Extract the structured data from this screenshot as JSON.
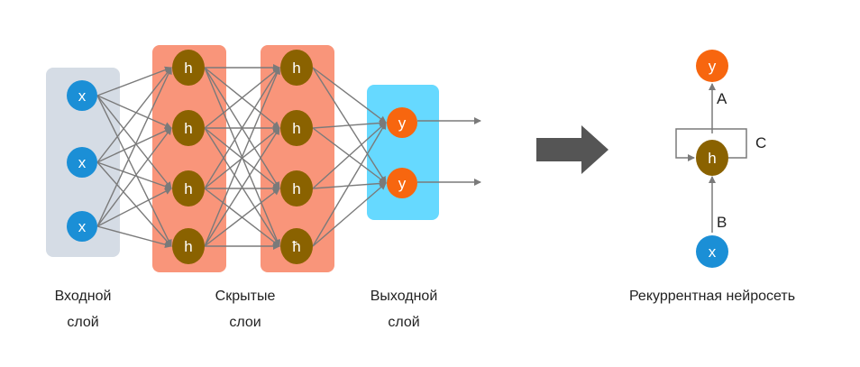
{
  "feedforward": {
    "input_layer": {
      "caption_line1": "Входной",
      "caption_line2": "слой",
      "nodes": [
        "x",
        "x",
        "x"
      ],
      "fill": "#d5dce5"
    },
    "hidden_layers": {
      "caption_line1": "Скрытые",
      "caption_line2": "слои",
      "layer1_nodes": [
        "h",
        "h",
        "h",
        "h"
      ],
      "layer2_nodes": [
        "h",
        "h",
        "h",
        "ħ"
      ],
      "fill": "#f9957a"
    },
    "output_layer": {
      "caption_line1": "Выходной",
      "caption_line2": "слой",
      "nodes": [
        "y",
        "y"
      ],
      "fill": "#66d9ff"
    }
  },
  "rnn": {
    "caption": "Рекуррентная нейросеть",
    "output_node": "y",
    "hidden_node": "h",
    "input_node": "x",
    "edge_label_out": "A",
    "edge_label_loop": "C",
    "edge_label_in": "B"
  },
  "colors": {
    "input_node": "#1b8fd6",
    "hidden_node": "#8a6200",
    "output_node": "#f7660f",
    "edge": "#7a7a7a",
    "big_arrow": "#555555"
  }
}
